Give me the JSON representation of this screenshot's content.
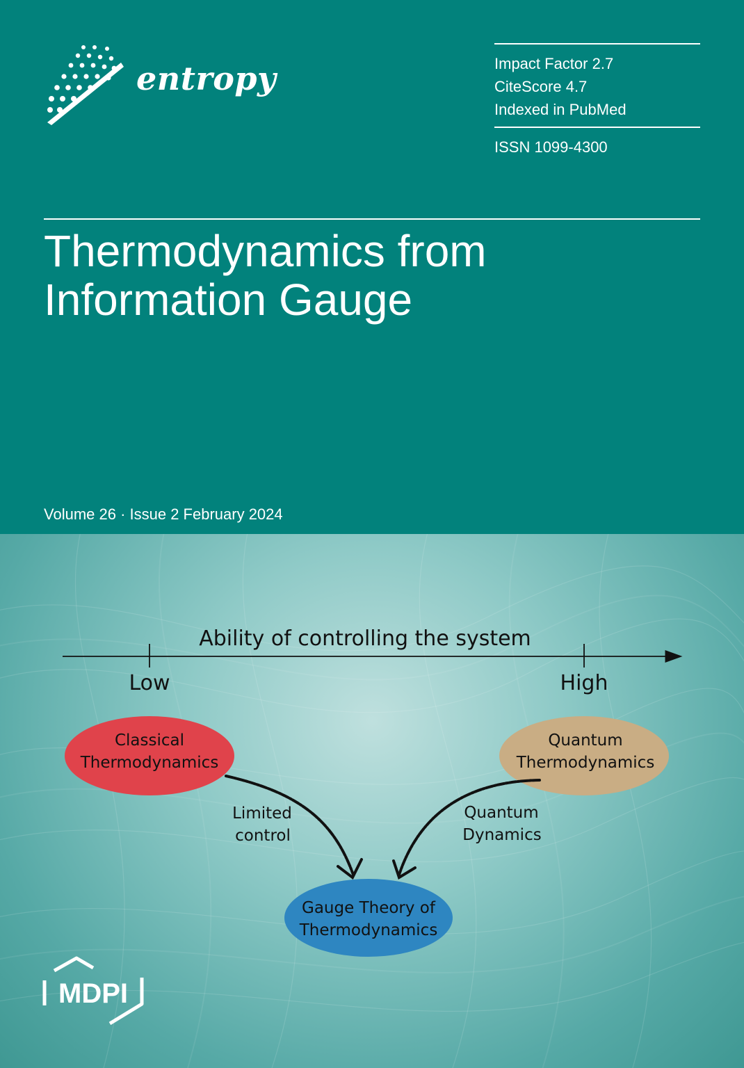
{
  "journal": {
    "name": "entropy"
  },
  "metrics": {
    "impact_factor": "Impact Factor 2.7",
    "citescore": "CiteScore 4.7",
    "indexed": "Indexed in PubMed",
    "issn": "ISSN 1099-4300"
  },
  "article": {
    "title_line1": "Thermodynamics from",
    "title_line2": "Information Gauge"
  },
  "issue": {
    "volume_line": "Volume 26 · Issue 2 February 2024"
  },
  "diagram": {
    "axis_label": "Ability of controlling the system",
    "low_label": "Low",
    "high_label": "High",
    "classical": {
      "line1": "Classical",
      "line2": "Thermodynamics",
      "color": "#e0434b"
    },
    "quantum": {
      "line1": "Quantum",
      "line2": "Thermodynamics",
      "color": "#c9ad84"
    },
    "gauge": {
      "line1": "Gauge Theory of",
      "line2": "Thermodynamics",
      "color": "#2e86c1"
    },
    "limited": {
      "line1": "Limited",
      "line2": "control"
    },
    "qdyn": {
      "line1": "Quantum",
      "line2": "Dynamics"
    }
  },
  "publisher": {
    "name": "MDPI"
  },
  "colors": {
    "teal": "#02827c"
  }
}
